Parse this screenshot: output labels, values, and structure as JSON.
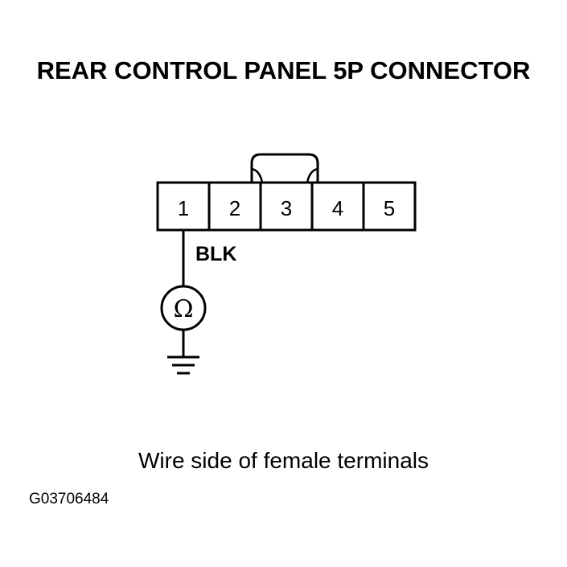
{
  "title": "REAR CONTROL PANEL 5P CONNECTOR",
  "connector": {
    "pins": [
      "1",
      "2",
      "3",
      "4",
      "5"
    ]
  },
  "wire": {
    "pin": "1",
    "color_label": "BLK"
  },
  "meter": {
    "symbol": "Ω",
    "icon": "ohmmeter-icon"
  },
  "ground": {
    "icon": "ground-icon"
  },
  "caption": "Wire side of female terminals",
  "figure_id": "G03706484"
}
